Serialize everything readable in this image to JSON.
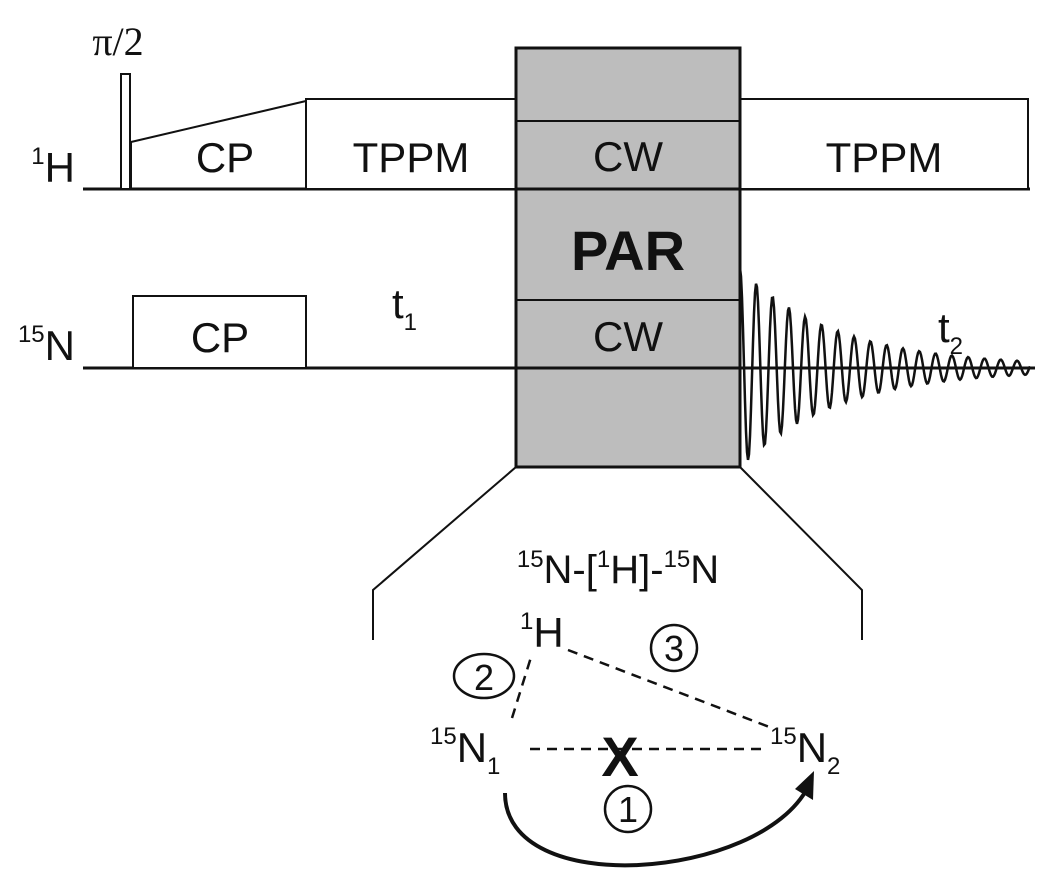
{
  "pulse_sequence": {
    "excitation_label": "π/2",
    "channel_1h": {
      "label_sup": "1",
      "label_main": "H"
    },
    "channel_15n": {
      "label_sup": "15",
      "label_main": "N"
    },
    "h_cp_label": "CP",
    "h_tppm_label": "TPPM",
    "h_cw_label": "CW",
    "par_label": "PAR",
    "n_cp_label": "CP",
    "n_cw_label": "CW",
    "t1_main": "t",
    "t1_sub": "1",
    "t2_main": "t",
    "t2_sub": "2",
    "h_tppm2_label": "TPPM"
  },
  "mechanism": {
    "title": {
      "sup1": "15",
      "main1": "N-[",
      "sup2": "1",
      "main2": "H]-",
      "sup3": "15",
      "main3": "N"
    },
    "proton": {
      "sup": "1",
      "main": "H"
    },
    "n1": {
      "sup": "15",
      "main": "N",
      "sub": "1"
    },
    "n2": {
      "sup": "15",
      "main": "N",
      "sub": "2"
    },
    "blocked_mark": "X",
    "step1": "1",
    "step2": "2",
    "step3": "3"
  },
  "colors": {
    "par_block": "#bdbdbd",
    "ink": "#111111"
  }
}
